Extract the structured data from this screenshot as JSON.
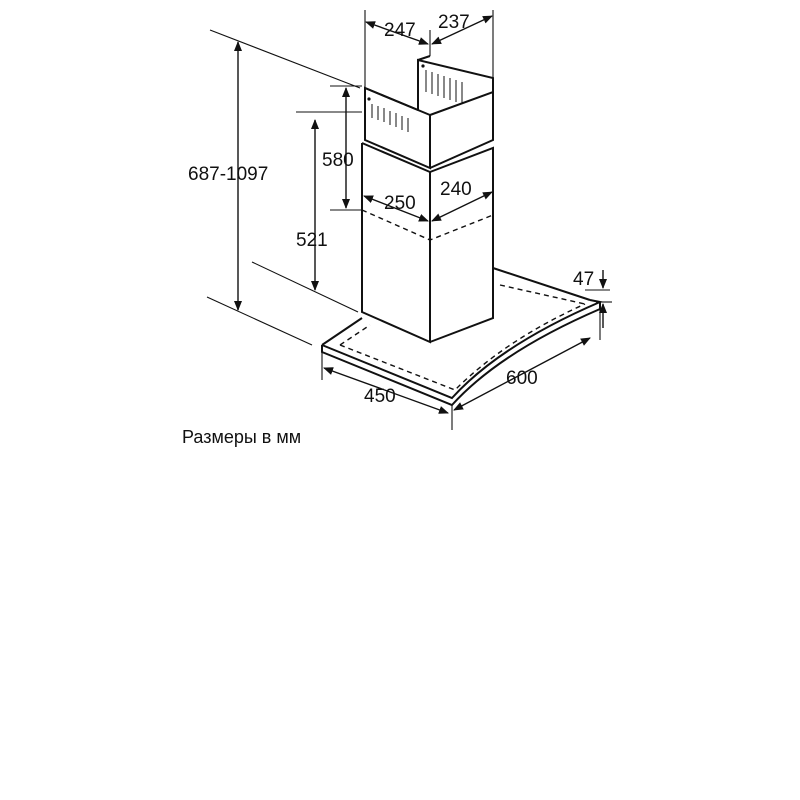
{
  "dimensions": {
    "chimney_upper_width": "247",
    "chimney_upper_depth": "237",
    "overall_height": "687-1097",
    "upper_chimney_height": "580",
    "lower_chimney_height": "521",
    "chimney_lower_width": "250",
    "chimney_lower_depth": "240",
    "canopy_thickness": "47",
    "canopy_width": "600",
    "canopy_depth": "450"
  },
  "caption": "Размеры в мм",
  "colors": {
    "line": "#111111",
    "background": "#ffffff"
  }
}
